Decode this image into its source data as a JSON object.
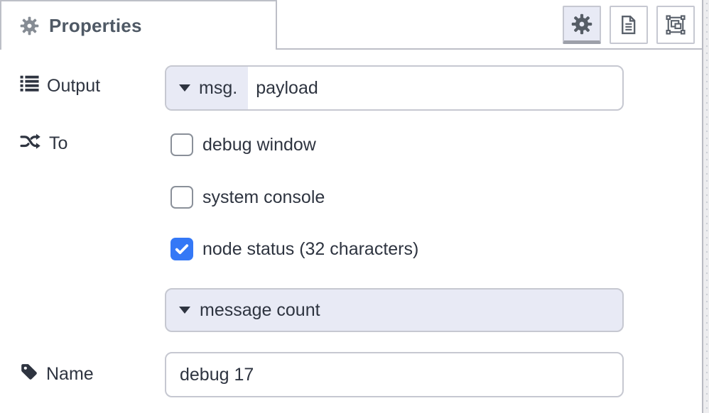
{
  "header": {
    "tab": {
      "label": "Properties",
      "icon": "gear-icon"
    },
    "toolbar": [
      {
        "id": "properties",
        "icon": "gear-icon",
        "active": true
      },
      {
        "id": "description",
        "icon": "document-icon",
        "active": false
      },
      {
        "id": "appearance",
        "icon": "appearance-icon",
        "active": false
      }
    ]
  },
  "form": {
    "output": {
      "label": "Output",
      "icon": "list-icon",
      "prefix": "msg.",
      "value": "payload"
    },
    "to": {
      "label": "To",
      "icon": "shuffle-icon",
      "checkboxes": [
        {
          "label": "debug window",
          "checked": false
        },
        {
          "label": "system console",
          "checked": false
        },
        {
          "label": "node status (32 characters)",
          "checked": true
        }
      ],
      "status_source": {
        "value": "message count"
      }
    },
    "name": {
      "label": "Name",
      "icon": "tag-icon",
      "value": "debug 17"
    }
  },
  "colors": {
    "accent_blue": "#3478f6",
    "lavender": "#e8eaf5",
    "input_border": "#c6c8d1",
    "tab_border": "#bdbfc7",
    "text": "#2e3440",
    "header_text": "#4f5965"
  }
}
